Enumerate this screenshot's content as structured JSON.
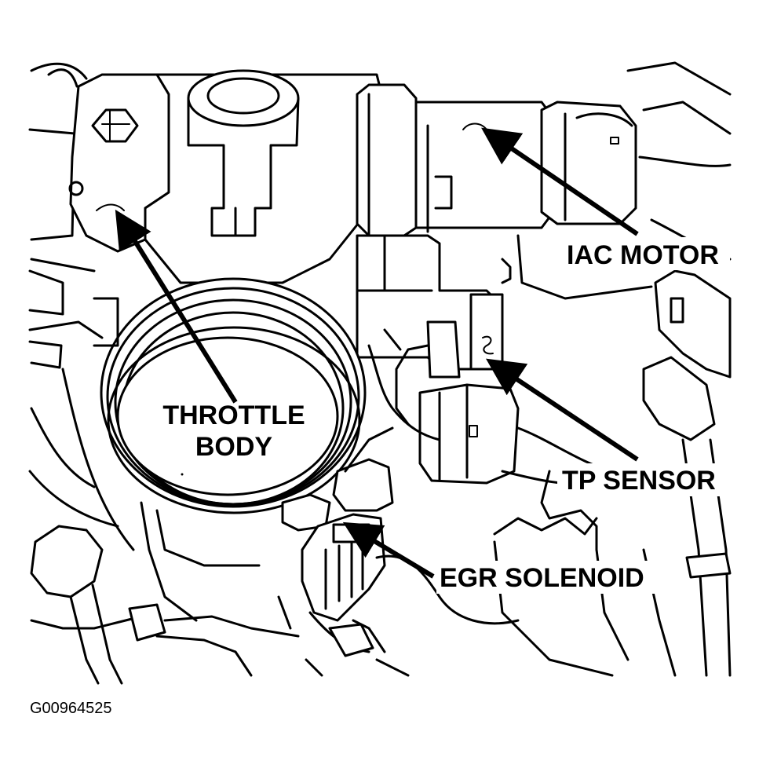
{
  "labels": {
    "iac_motor": "IAC MOTOR",
    "throttle_body_line1": "THROTTLE",
    "throttle_body_line2": "BODY",
    "tp_sensor": "TP SENSOR",
    "egr_solenoid": "EGR SOLENOID"
  },
  "figure_id": "G00964525",
  "colors": {
    "ink": "#000000",
    "paper": "#ffffff"
  }
}
